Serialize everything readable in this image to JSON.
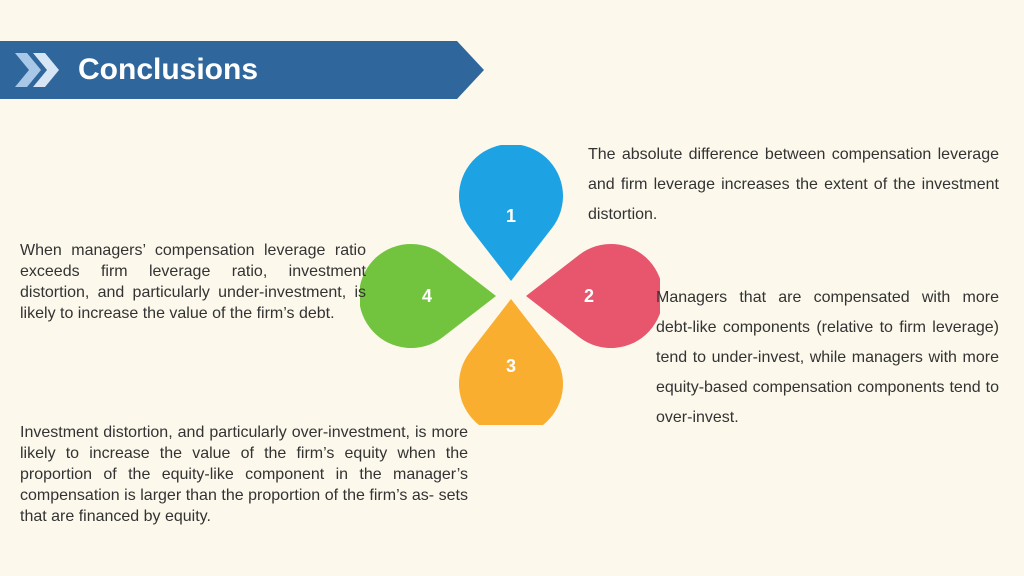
{
  "header": {
    "title": "Conclusions",
    "icon": "double-chevron-right-icon",
    "banner_color": "#2f679c"
  },
  "diagram": {
    "petals": [
      {
        "number": "1",
        "color": "#1da3e4"
      },
      {
        "number": "2",
        "color": "#e8566e"
      },
      {
        "number": "3",
        "color": "#f9ae2f"
      },
      {
        "number": "4",
        "color": "#72c43e"
      }
    ]
  },
  "text_blocks": {
    "top_right": "The absolute difference between compensation leverage and firm leverage increases the extent of the investment distortion.",
    "right": "Managers that are compensated with more debt-like components (relative to firm leverage) tend to under-invest, while managers with more equity-based compensation components tend to over-invest.",
    "left": "When managers’ compensation leverage ratio exceeds firm leverage ratio, investment distortion, and particularly under-investment, is likely to increase the value of the firm’s debt.",
    "bottom_left": "Investment distortion, and particularly over-investment, is more likely to increase the value of the firm’s equity when the proportion of the equity-like component in the manager’s compensation is larger than the proportion of the firm’s as- sets that are financed by equity."
  }
}
